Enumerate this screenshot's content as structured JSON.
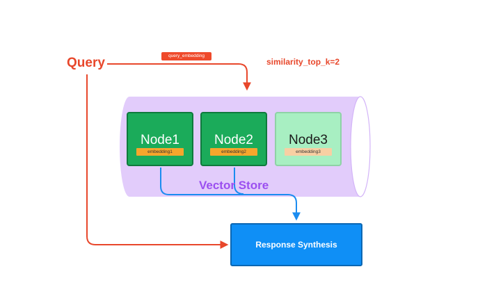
{
  "diagram": {
    "query_label": "Query",
    "edge_label": "query_embedding",
    "top_k_label": "similarity_top_k=2",
    "store_label": "Vector Store",
    "synthesis_label": "Response Synthesis",
    "nodes": [
      {
        "title": "Node1",
        "embedding": "embedding1",
        "retrieved": true
      },
      {
        "title": "Node2",
        "embedding": "embedding2",
        "retrieved": true
      },
      {
        "title": "Node3",
        "embedding": "embedding3",
        "retrieved": false
      }
    ],
    "colors": {
      "query_red": "#e8472b",
      "store_purple": "#e2ccfb",
      "store_text": "#9b4ff0",
      "node_green": "#1bab5a",
      "node_light_green": "#a8efc2",
      "embedding_orange": "#f6a62c",
      "flow_blue": "#1b8cf0",
      "synthesis_blue": "#0f8ff6"
    }
  }
}
